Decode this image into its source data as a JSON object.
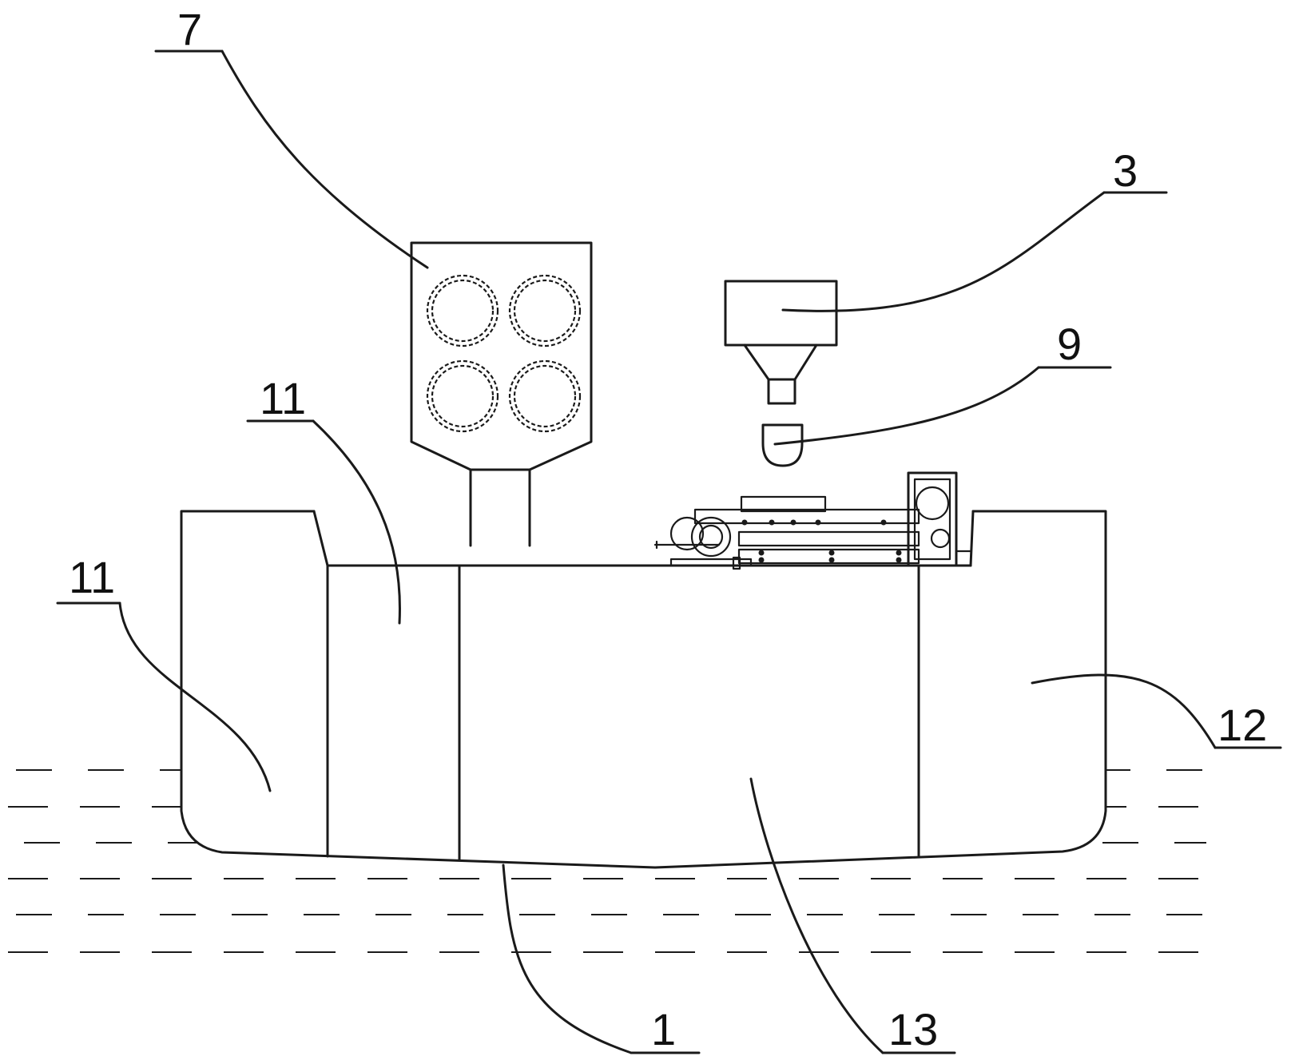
{
  "labels": {
    "l7": "7",
    "l3": "3",
    "l9": "9",
    "l11a": "11",
    "l11b": "11",
    "l12": "12",
    "l1": "1",
    "l13": "13"
  },
  "colors": {
    "ink": "#1a1a1a",
    "background": "#ffffff"
  }
}
